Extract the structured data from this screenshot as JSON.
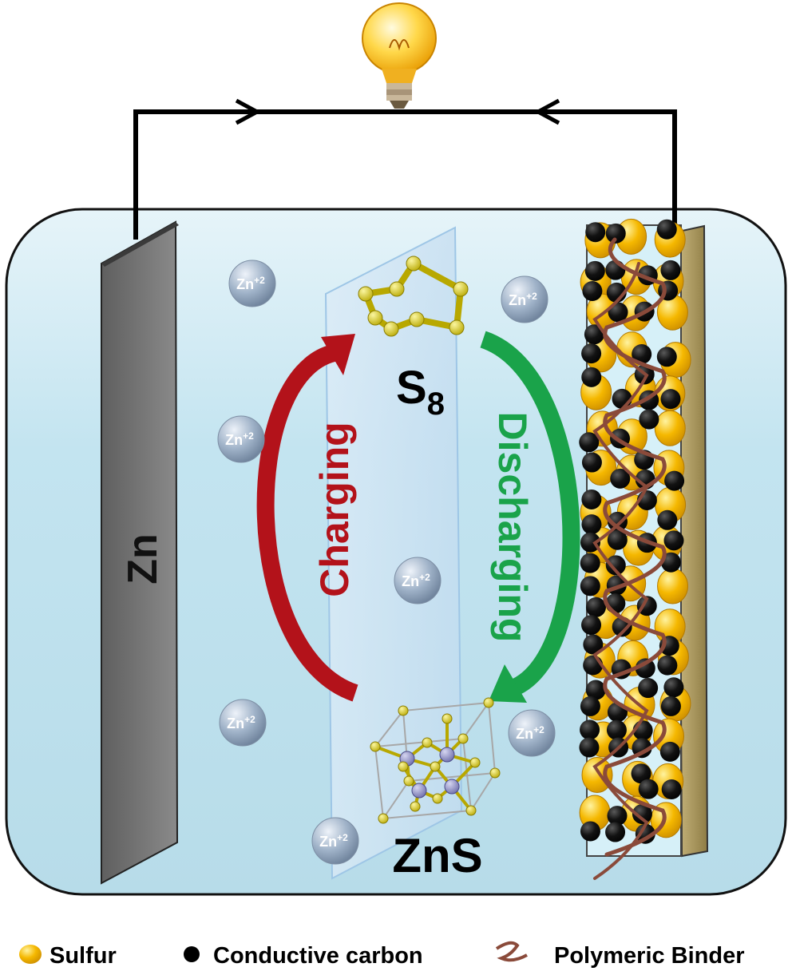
{
  "electrode": {
    "anode_label": "Zn"
  },
  "ions": {
    "label_base": "Zn",
    "label_charge": "+2"
  },
  "species": {
    "sulfur_symbol": "S",
    "sulfur_subscript": "8",
    "sulfide_label": "ZnS"
  },
  "process": {
    "charging_label": "Charging",
    "discharging_label": "Discharging",
    "charging_color": "#b3121a",
    "discharging_color": "#1aa34a"
  },
  "legend": {
    "sulfur": {
      "label": "Sulfur",
      "color": "#f5b800"
    },
    "carbon": {
      "label": "Conductive carbon",
      "color": "#000000"
    },
    "binder": {
      "label": "Polymeric Binder",
      "color": "#8a4a3a"
    }
  },
  "colors": {
    "electrolyte": "#c9e8f2",
    "zn_plate": "#6e6e6e",
    "sulfur_atom": "#e0d21a",
    "zinc_atom": "#8f8fc4"
  }
}
